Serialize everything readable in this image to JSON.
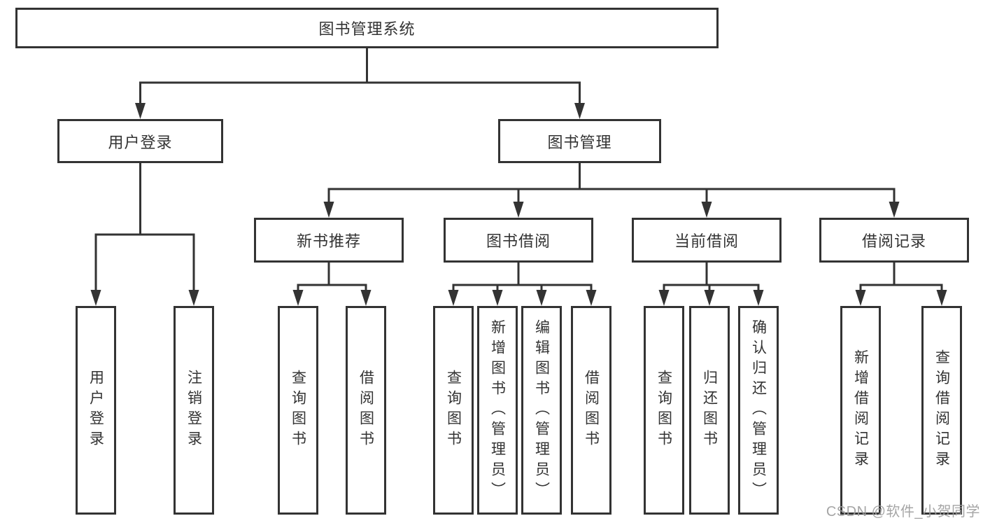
{
  "diagram": {
    "watermark": "CSDN @软件_小贺同学",
    "colors": {
      "line": "#333333",
      "text": "#333333",
      "box_background": "#ffffff",
      "watermark": "#9e9e9e"
    },
    "nodes": [
      {
        "id": "root",
        "label": "图书管理系统",
        "parent": null
      },
      {
        "id": "user-login",
        "label": "用户登录",
        "parent": "root"
      },
      {
        "id": "book-management",
        "label": "图书管理",
        "parent": "root"
      },
      {
        "id": "new-book-recommendation",
        "label": "新书推荐",
        "parent": "book-management"
      },
      {
        "id": "book-borrowing",
        "label": "图书借阅",
        "parent": "book-management"
      },
      {
        "id": "current-borrowing",
        "label": "当前借阅",
        "parent": "book-management"
      },
      {
        "id": "borrowing-records",
        "label": "借阅记录",
        "parent": "book-management"
      },
      {
        "id": "leaf-user-login",
        "label": "用户登录",
        "parent": "user-login",
        "vertical": true
      },
      {
        "id": "leaf-logout",
        "label": "注销登录",
        "parent": "user-login",
        "vertical": true
      },
      {
        "id": "leaf-query-books-recommend",
        "label": "查询图书",
        "parent": "new-book-recommendation",
        "vertical": true
      },
      {
        "id": "leaf-borrow-books-recommend",
        "label": "借阅图书",
        "parent": "new-book-recommendation",
        "vertical": true
      },
      {
        "id": "leaf-query-books-borrowing",
        "label": "查询图书",
        "parent": "book-borrowing",
        "vertical": true
      },
      {
        "id": "leaf-add-books-admin",
        "label": "新增图书（管理员）",
        "parent": "book-borrowing",
        "vertical": true
      },
      {
        "id": "leaf-edit-books-admin",
        "label": "编辑图书（管理员）",
        "parent": "book-borrowing",
        "vertical": true
      },
      {
        "id": "leaf-borrow-books-borrowing",
        "label": "借阅图书",
        "parent": "book-borrowing",
        "vertical": true
      },
      {
        "id": "leaf-query-books-current",
        "label": "查询图书",
        "parent": "current-borrowing",
        "vertical": true
      },
      {
        "id": "leaf-return-books",
        "label": "归还图书",
        "parent": "current-borrowing",
        "vertical": true
      },
      {
        "id": "leaf-confirm-return-admin",
        "label": "确认归还（管理员）",
        "parent": "current-borrowing",
        "vertical": true
      },
      {
        "id": "leaf-add-borrow-record",
        "label": "新增借阅记录",
        "parent": "borrowing-records",
        "vertical": true
      },
      {
        "id": "leaf-query-borrow-record",
        "label": "查询借阅记录",
        "parent": "borrowing-records",
        "vertical": true
      }
    ]
  }
}
